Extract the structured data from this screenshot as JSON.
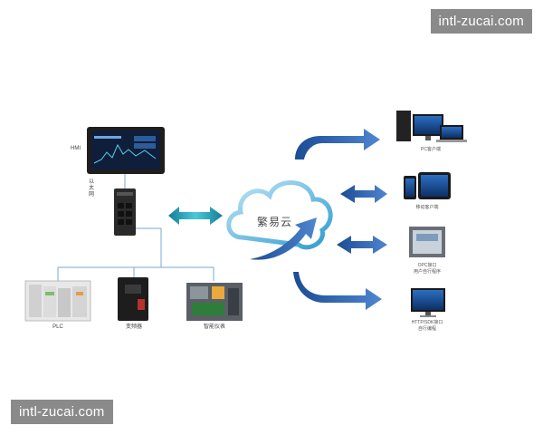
{
  "watermarks": {
    "top": "intl-zucai.com",
    "bottom": "intl-zucai.com"
  },
  "cloud": {
    "label": "繁易云"
  },
  "left": {
    "hmi_label": "HMI",
    "ethernet_label": "以太网",
    "devices": [
      {
        "name": "PLC"
      },
      {
        "name": "变频器"
      },
      {
        "name": "智能仪表"
      }
    ]
  },
  "right": {
    "clients": [
      {
        "lines": [
          "PC客户端"
        ]
      },
      {
        "lines": [
          "移动客户端"
        ]
      },
      {
        "lines": [
          "OPC接口",
          "用户自行程序"
        ]
      },
      {
        "lines": [
          "HTTP/SDK接口",
          "自行编程"
        ]
      }
    ]
  },
  "colors": {
    "arrow_blue": "#2a5ea8",
    "arrow_teal": "#1e9fb4",
    "cloud": "#3aa9d8",
    "line": "#7aa7d6"
  }
}
